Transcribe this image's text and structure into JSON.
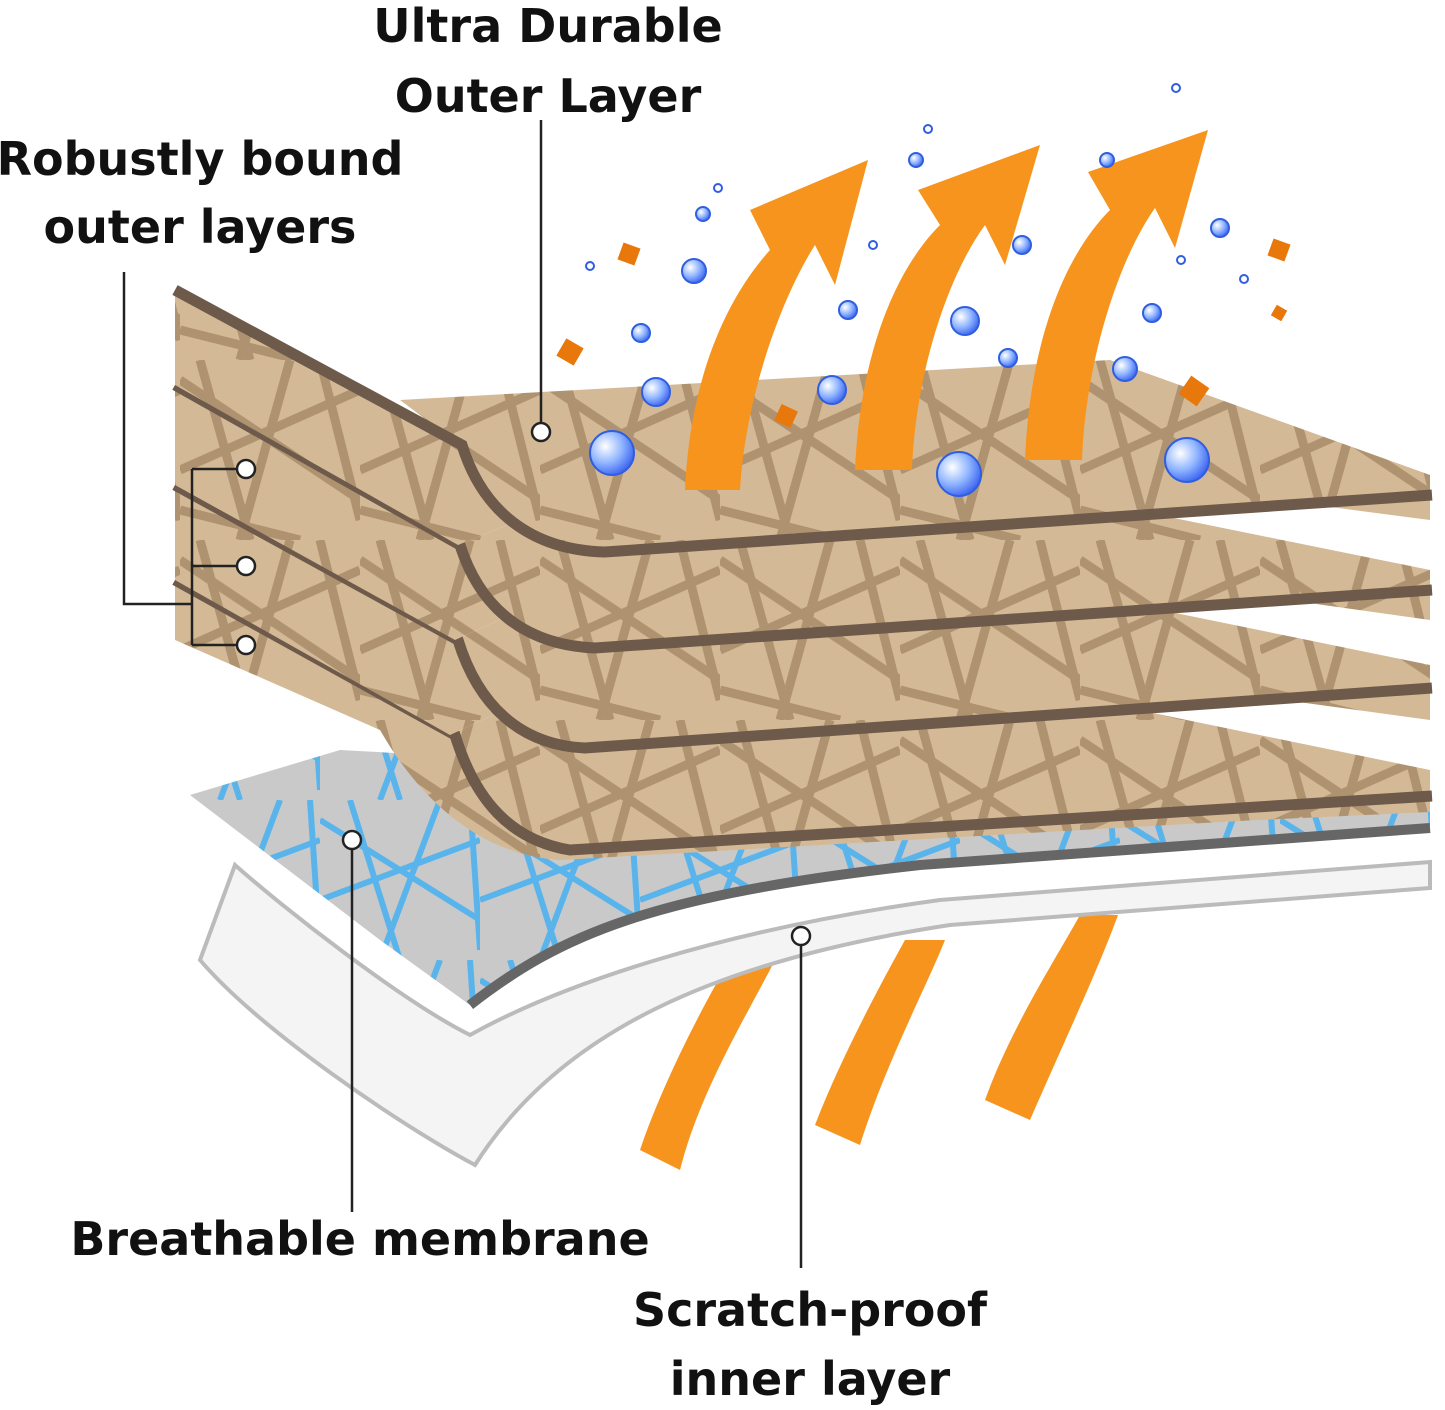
{
  "labels": {
    "outer_layer": [
      "Ultra Durable",
      "Outer Layer"
    ],
    "bound_layers": [
      "Robustly bound",
      "outer layers"
    ],
    "membrane": [
      "Breathable membrane"
    ],
    "inner_layer": [
      "Scratch-proof",
      "inner layer"
    ]
  },
  "colors": {
    "tan_fill": "#d4b996",
    "tan_pattern": "#a88c6a",
    "brown_edge": "#6e5a4a",
    "membrane_fill": "#c9c9c9",
    "membrane_pattern": "#5ab4ec",
    "membrane_edge": "#666666",
    "inner_fill": "#f4f4f4",
    "inner_edge": "#bbbbbb",
    "arrow": "#f7941d",
    "arrow_dark": "#d9730d",
    "bubble": "#3b7cf2",
    "particle": "#e8780c"
  },
  "icons": [
    "up-arrow-icon",
    "water-bubble-icon",
    "dirt-particle-icon"
  ]
}
